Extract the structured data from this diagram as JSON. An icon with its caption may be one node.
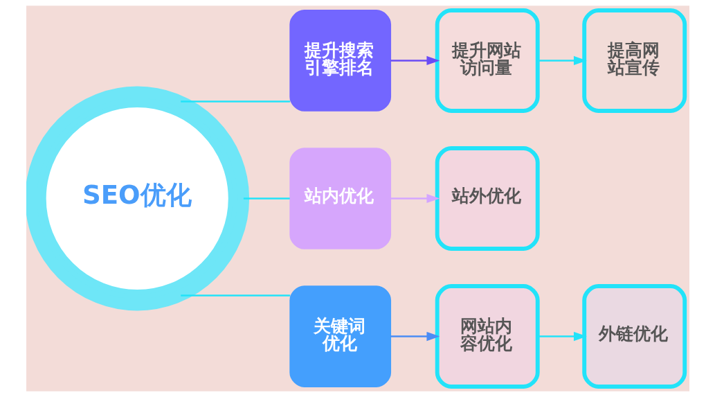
{
  "diagram": {
    "nodes": [
      {
        "text": [
          "SEO优化"
        ]
      },
      {
        "text": [
          "提升搜索引擎排名"
        ]
      },
      {
        "text": [
          "提升网站访问量"
        ]
      },
      {
        "text": [
          "提高网站宣传"
        ]
      },
      {
        "text": [
          "站内优化"
        ]
      },
      {
        "text": [
          "站外优化"
        ]
      },
      {
        "text": [
          "关键词优化"
        ]
      },
      {
        "text": [
          "网站内容优化"
        ]
      },
      {
        "text": [
          "外链优化"
        ]
      }
    ],
    "edges": [
      {
        "from": 0,
        "to": 1,
        "arrow": "none"
      },
      {
        "from": 0,
        "to": 4,
        "arrow": "none"
      },
      {
        "from": 0,
        "to": 6,
        "arrow": "none"
      },
      {
        "from": 1,
        "to": 2,
        "arrow": "to",
        "color": "#6a4cf5"
      },
      {
        "from": 2,
        "to": 3,
        "arrow": "to"
      },
      {
        "from": 4,
        "to": 5,
        "arrow": "to",
        "color": "#d4a6ff"
      },
      {
        "from": 6,
        "to": 7,
        "arrow": "to",
        "color": "#4a8cf5"
      },
      {
        "from": 7,
        "to": 8,
        "arrow": "to"
      }
    ]
  }
}
